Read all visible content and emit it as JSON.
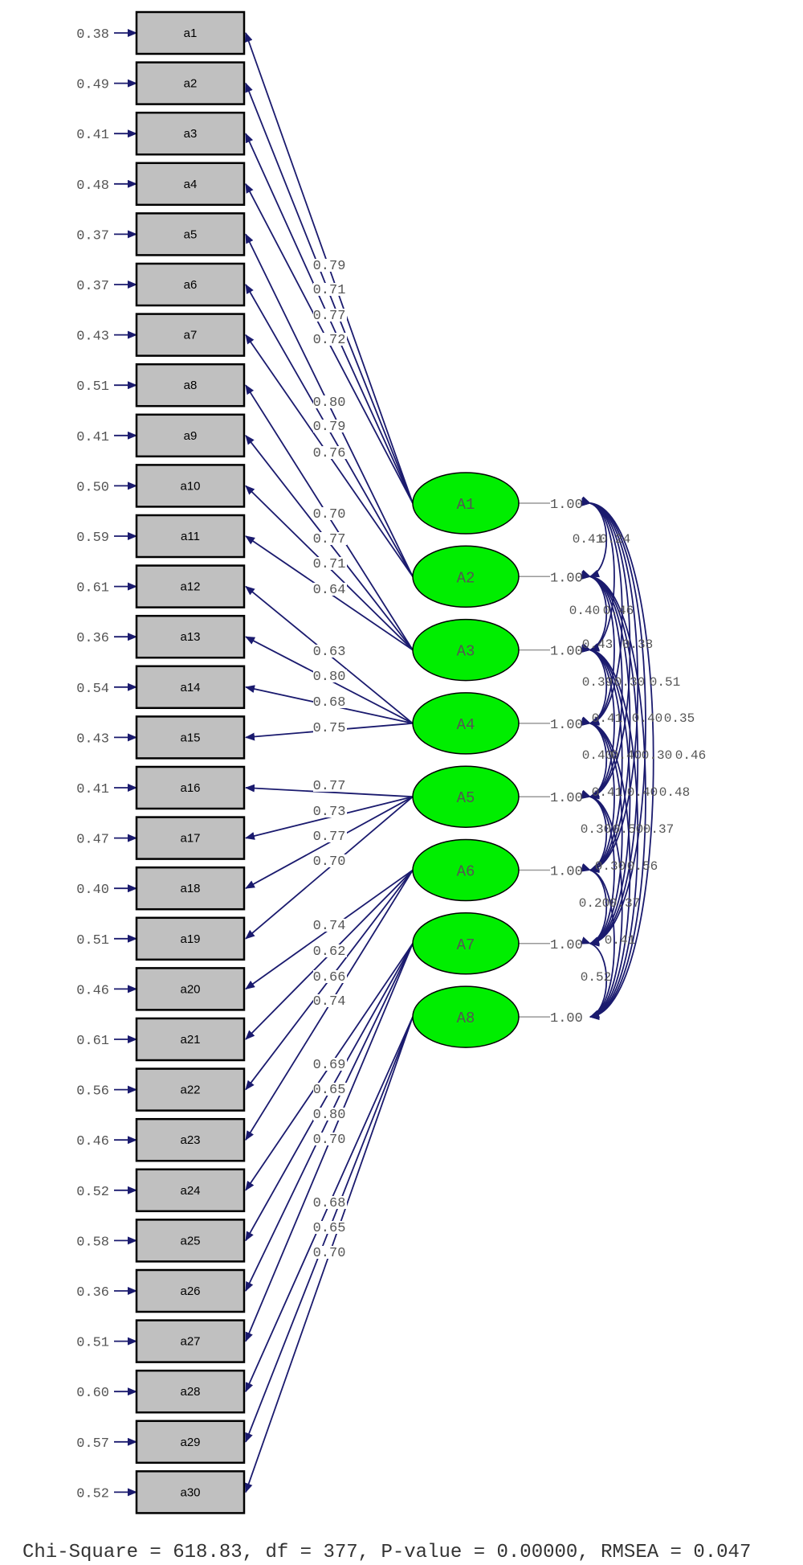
{
  "indicators": [
    {
      "name": "a1",
      "error": "0.38"
    },
    {
      "name": "a2",
      "error": "0.49"
    },
    {
      "name": "a3",
      "error": "0.41"
    },
    {
      "name": "a4",
      "error": "0.48"
    },
    {
      "name": "a5",
      "error": "0.37"
    },
    {
      "name": "a6",
      "error": "0.37"
    },
    {
      "name": "a7",
      "error": "0.43"
    },
    {
      "name": "a8",
      "error": "0.51"
    },
    {
      "name": "a9",
      "error": "0.41"
    },
    {
      "name": "a10",
      "error": "0.50"
    },
    {
      "name": "a11",
      "error": "0.59"
    },
    {
      "name": "a12",
      "error": "0.61"
    },
    {
      "name": "a13",
      "error": "0.36"
    },
    {
      "name": "a14",
      "error": "0.54"
    },
    {
      "name": "a15",
      "error": "0.43"
    },
    {
      "name": "a16",
      "error": "0.41"
    },
    {
      "name": "a17",
      "error": "0.47"
    },
    {
      "name": "a18",
      "error": "0.40"
    },
    {
      "name": "a19",
      "error": "0.51"
    },
    {
      "name": "a20",
      "error": "0.46"
    },
    {
      "name": "a21",
      "error": "0.61"
    },
    {
      "name": "a22",
      "error": "0.56"
    },
    {
      "name": "a23",
      "error": "0.46"
    },
    {
      "name": "a24",
      "error": "0.52"
    },
    {
      "name": "a25",
      "error": "0.58"
    },
    {
      "name": "a26",
      "error": "0.36"
    },
    {
      "name": "a27",
      "error": "0.51"
    },
    {
      "name": "a28",
      "error": "0.60"
    },
    {
      "name": "a29",
      "error": "0.57"
    },
    {
      "name": "a30",
      "error": "0.52"
    }
  ],
  "factors": [
    {
      "name": "A1",
      "variance": "1.00",
      "indicators": [
        "a1",
        "a2",
        "a3",
        "a4"
      ],
      "loadings": [
        "0.79",
        "0.71",
        "0.77",
        "0.72"
      ]
    },
    {
      "name": "A2",
      "variance": "1.00",
      "indicators": [
        "a5",
        "a6",
        "a7"
      ],
      "loadings": [
        "0.80",
        "0.79",
        "0.76"
      ]
    },
    {
      "name": "A3",
      "variance": "1.00",
      "indicators": [
        "a8",
        "a9",
        "a10",
        "a11"
      ],
      "loadings": [
        "0.70",
        "0.77",
        "0.71",
        "0.64"
      ]
    },
    {
      "name": "A4",
      "variance": "1.00",
      "indicators": [
        "a12",
        "a13",
        "a14",
        "a15"
      ],
      "loadings": [
        "0.63",
        "0.80",
        "0.68",
        "0.75"
      ]
    },
    {
      "name": "A5",
      "variance": "1.00",
      "indicators": [
        "a16",
        "a17",
        "a18",
        "a19"
      ],
      "loadings": [
        "0.77",
        "0.73",
        "0.77",
        "0.70"
      ]
    },
    {
      "name": "A6",
      "variance": "1.00",
      "indicators": [
        "a20",
        "a21",
        "a22",
        "a23"
      ],
      "loadings": [
        "0.74",
        "0.62",
        "0.66",
        "0.74"
      ]
    },
    {
      "name": "A7",
      "variance": "1.00",
      "indicators": [
        "a24",
        "a25",
        "a26",
        "a27"
      ],
      "loadings": [
        "0.69",
        "0.65",
        "0.80",
        "0.70"
      ]
    },
    {
      "name": "A8",
      "variance": "1.00",
      "indicators": [
        "a28",
        "a29",
        "a30"
      ],
      "loadings": [
        "0.68",
        "0.65",
        "0.70"
      ]
    }
  ],
  "covariance_labels": [
    "0.41",
    "0.24",
    "0.40",
    "0.46",
    "0.43",
    "0.38",
    "0.39",
    "0.30",
    "0.51",
    "0.41",
    "0.40",
    "0.35",
    "0.40",
    "0.40",
    "0.30",
    "0.46",
    "0.41",
    "0.40",
    "0.48",
    "0.30",
    "0.50",
    "0.37",
    "0.30",
    "0.56",
    "0.20",
    "0.37",
    "0.41",
    "0.52"
  ],
  "footer": "Chi-Square = 618.83, df = 377, P-value = 0.00000, RMSEA = 0.047"
}
